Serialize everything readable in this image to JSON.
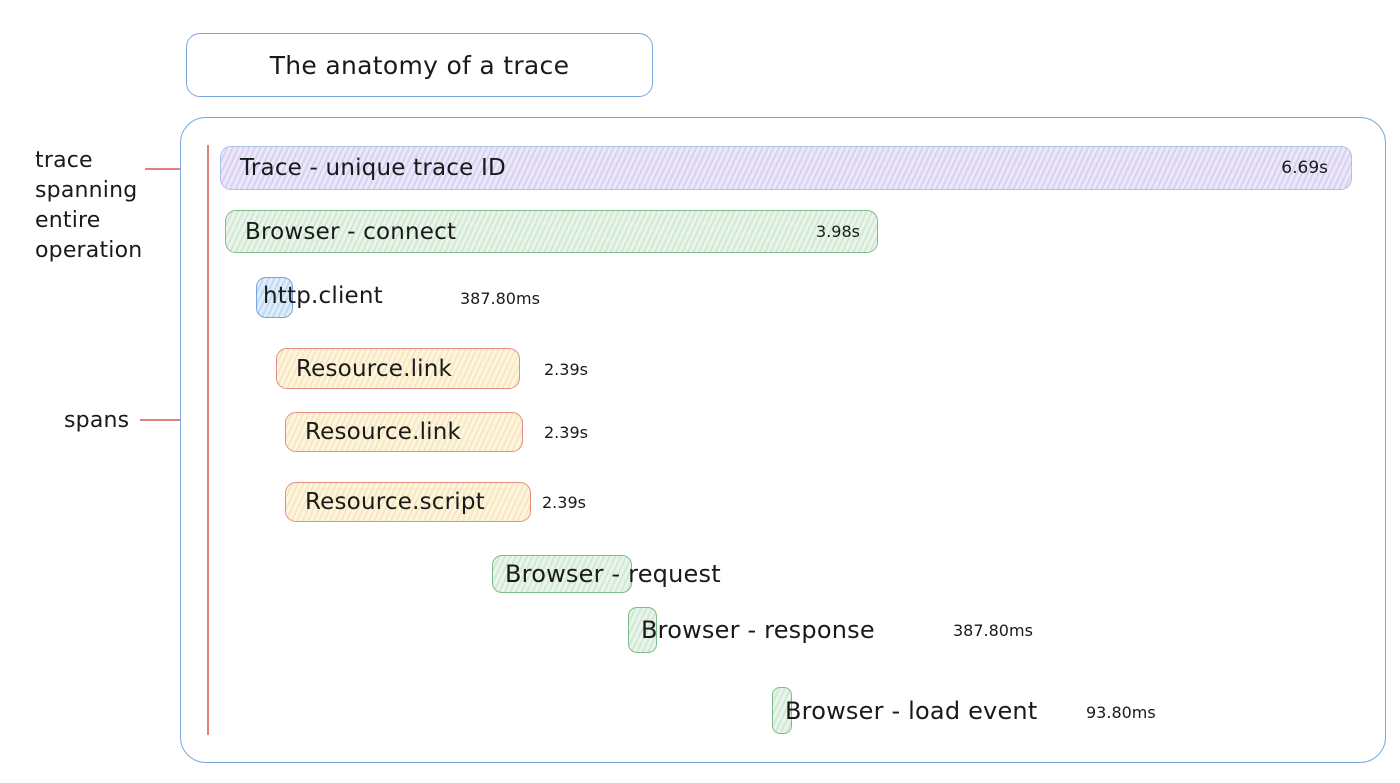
{
  "title": "The anatomy of a trace",
  "annotations": {
    "trace_note": {
      "lines": [
        "trace",
        "spanning",
        "entire",
        "operation"
      ]
    },
    "spans_note": "spans"
  },
  "spans": [
    {
      "label": "Trace - unique trace ID",
      "duration": "6.69s",
      "color": "purple"
    },
    {
      "label": "Browser - connect",
      "duration": "3.98s",
      "color": "green"
    },
    {
      "label": "http.client",
      "duration": "387.80ms",
      "color": "blue"
    },
    {
      "label": "Resource.link",
      "duration": "2.39s",
      "color": "yellow"
    },
    {
      "label": "Resource.link",
      "duration": "2.39s",
      "color": "yellow"
    },
    {
      "label": "Resource.script",
      "duration": "2.39s",
      "color": "yellow"
    },
    {
      "label": "Browser - request",
      "duration": "",
      "color": "green"
    },
    {
      "label": "Browser - response",
      "duration": "387.80ms",
      "color": "green"
    },
    {
      "label": "Browser - load event",
      "duration": "93.80ms",
      "color": "green"
    }
  ],
  "colors": {
    "container_border": "#7aa7e0",
    "trace_fill": "#ece7f9",
    "trace_border": "#a9c3ea",
    "green_fill": "#e9f5ea",
    "green_border": "#7cbd8a",
    "blue_fill": "#e0eefb",
    "blue_border": "#74a4de",
    "yellow_fill": "#fdf5dd",
    "yellow_border": "#e78d80",
    "annotation_line": "#e2837b",
    "text": "#1a1a1a"
  }
}
